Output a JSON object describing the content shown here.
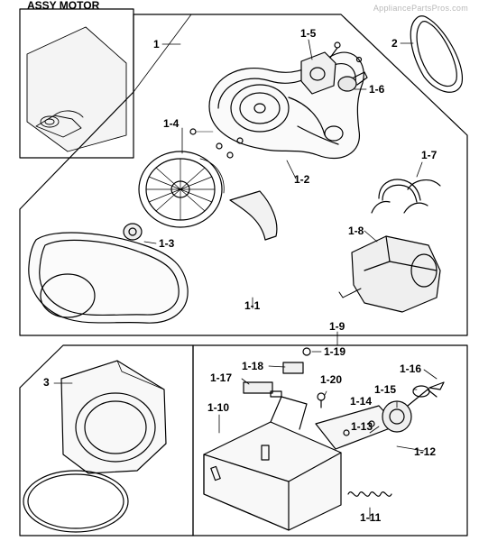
{
  "header": {
    "title": "ASSY MOTOR",
    "watermark": "AppliancePartsPros.com"
  },
  "callouts": {
    "c1": "1",
    "c2": "2",
    "c3": "3",
    "c1_1": "1-1",
    "c1_2": "1-2",
    "c1_3": "1-3",
    "c1_4": "1-4",
    "c1_5": "1-5",
    "c1_6": "1-6",
    "c1_7": "1-7",
    "c1_8": "1-8",
    "c1_9": "1-9",
    "c1_10": "1-10",
    "c1_11": "1-11",
    "c1_12": "1-12",
    "c1_13": "1-13",
    "c1_14": "1-14",
    "c1_15": "1-15",
    "c1_16": "1-16",
    "c1_17": "1-17",
    "c1_18": "1-18",
    "c1_19": "1-19",
    "c1_20": "1-20"
  }
}
